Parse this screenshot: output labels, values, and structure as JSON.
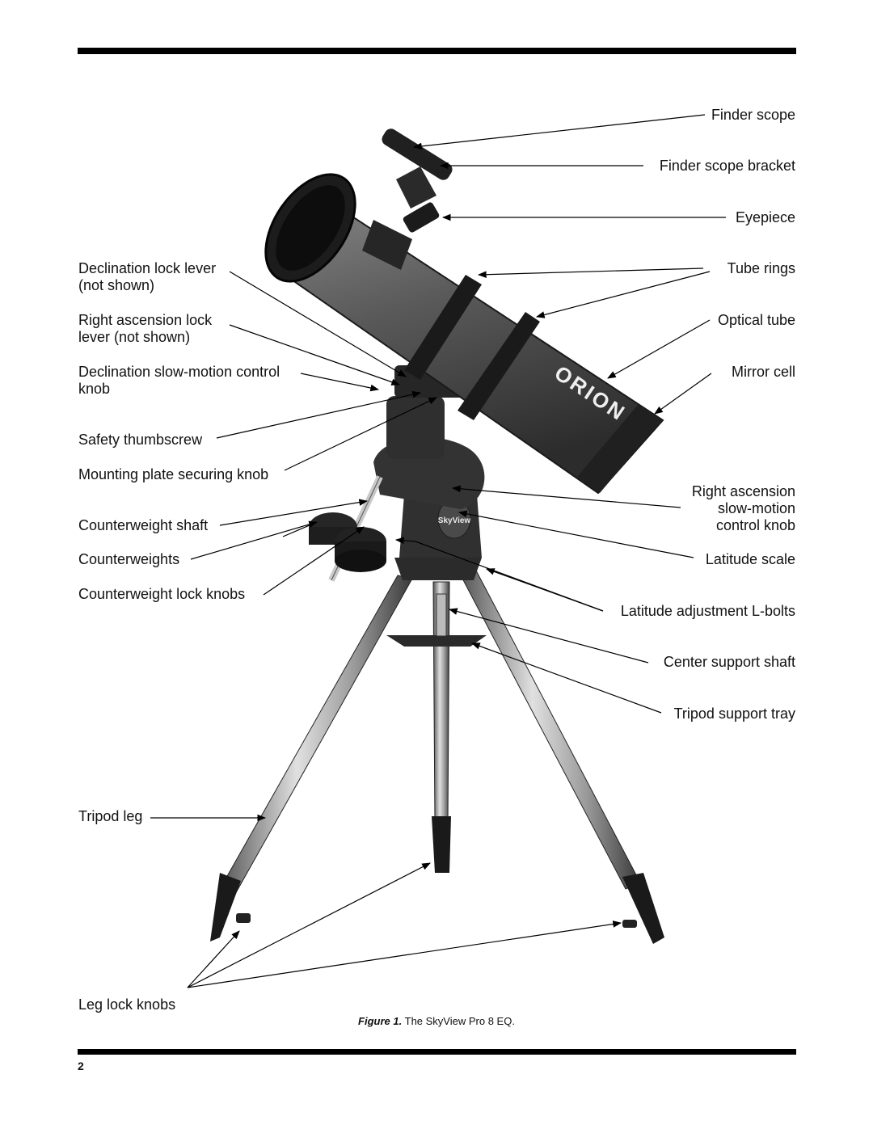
{
  "labels": {
    "finder_scope": "Finder scope",
    "finder_scope_bracket": "Finder scope bracket",
    "eyepiece": "Eyepiece",
    "declination_lock_lever_1": "Declination lock lever",
    "declination_lock_lever_2": "(not shown)",
    "tube_rings": "Tube rings",
    "ra_lock_lever_1": "Right ascension lock",
    "ra_lock_lever_2": "lever (not shown)",
    "optical_tube": "Optical tube",
    "dec_slow_motion_1": "Declination slow-motion control",
    "dec_slow_motion_2": "knob",
    "mirror_cell": "Mirror cell",
    "safety_thumbscrew": "Safety thumbscrew",
    "mounting_plate_knob": "Mounting plate securing knob",
    "ra_slow_motion_1": "Right ascension",
    "ra_slow_motion_2": "slow-motion",
    "ra_slow_motion_3": "control knob",
    "counterweight_shaft": "Counterweight shaft",
    "counterweights": "Counterweights",
    "latitude_scale": "Latitude scale",
    "counterweight_lock_knobs": "Counterweight lock knobs",
    "latitude_adjustment": "Latitude adjustment L-bolts",
    "center_support_shaft": "Center support shaft",
    "tripod_support_tray": "Tripod support tray",
    "tripod_leg": "Tripod leg",
    "leg_lock_knobs": "Leg lock knobs"
  },
  "brand_logo": "ORION",
  "mount_badge": "SkyView",
  "caption": {
    "figure": "Figure 1.",
    "text": "The SkyView Pro 8 EQ."
  },
  "page_number": "2"
}
